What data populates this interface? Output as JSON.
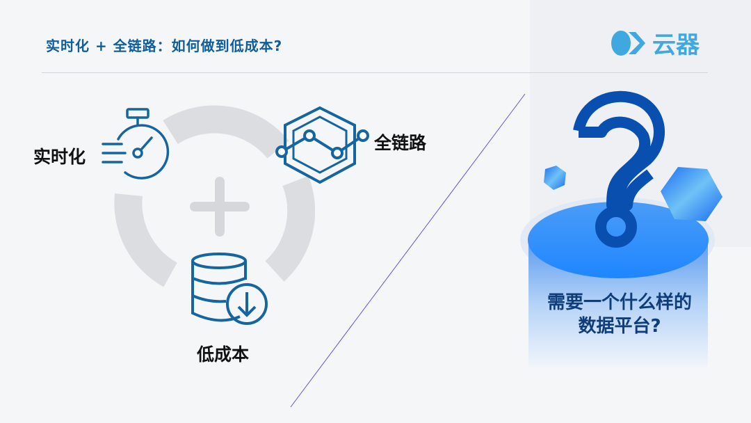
{
  "header": {
    "title": "实时化 + 全链路：如何做到低成本?",
    "logo_text": "云器"
  },
  "left": {
    "labels": {
      "realtime": "实时化",
      "full_link": "全链路",
      "low_cost": "低成本"
    }
  },
  "right": {
    "question_line1": "需要一个什么样的",
    "question_line2": "数据平台?"
  },
  "colors": {
    "accent": "#0f5d9a",
    "icon": "#1565a0",
    "ring": "#dcdde0",
    "cylinder": "#2b8cf5",
    "question_mark": "#084fb0"
  }
}
